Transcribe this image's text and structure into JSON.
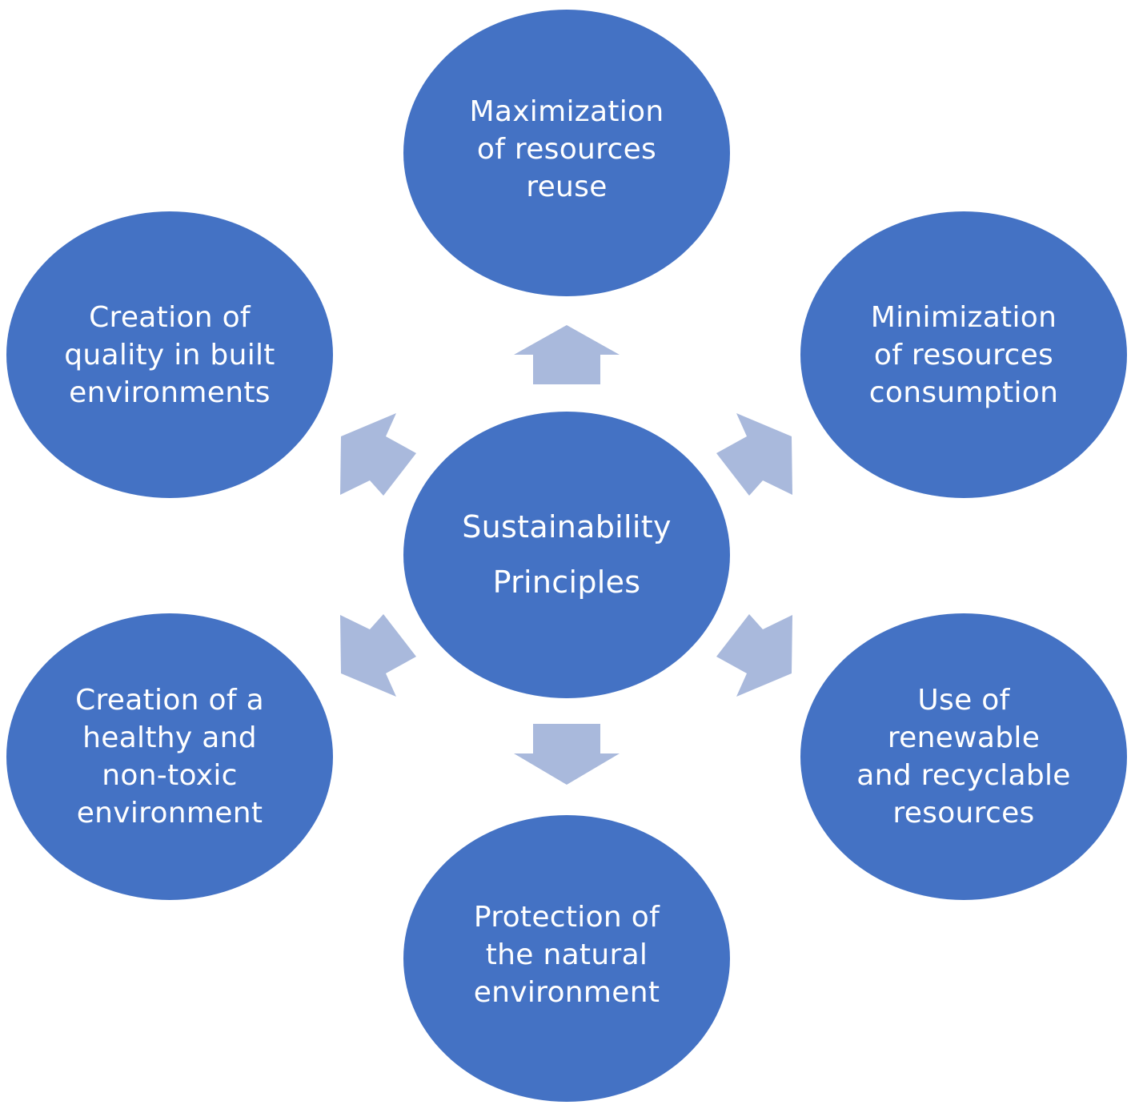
{
  "diagram": {
    "center": "Sustainability\nPrinciples",
    "nodes": {
      "top": "Maximization\nof resources\nreuse",
      "top_right": "Minimization\nof resources\nconsumption",
      "bottom_right": "Use of\nrenewable\nand recyclable\nresources",
      "bottom": "Protection of\nthe natural\nenvironment",
      "bottom_left": "Creation of a\nhealthy and\nnon-toxic\nenvironment",
      "top_left": "Creation of\nquality in built\nenvironments"
    },
    "colors": {
      "node_fill": "#4472c4",
      "arrow_fill": "#a9b9dc",
      "text": "#ffffff"
    }
  }
}
